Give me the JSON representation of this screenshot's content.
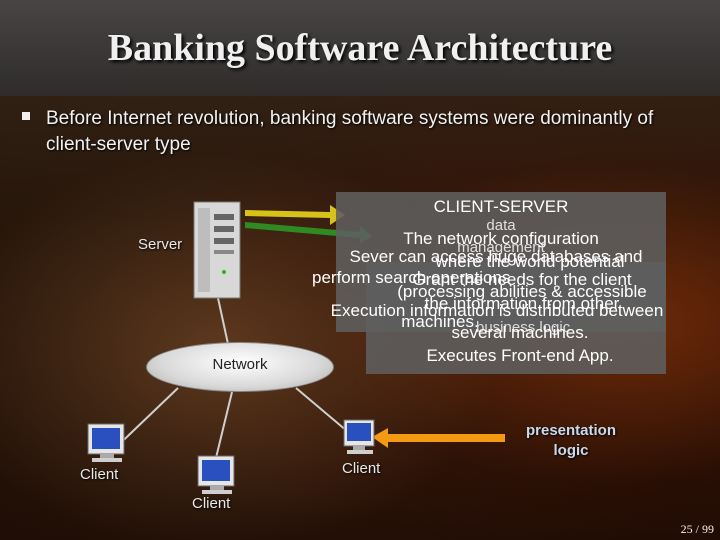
{
  "slide": {
    "title": "Banking Software Architecture",
    "bullet": "Before Internet revolution, banking software systems were dominantly of client-server type",
    "page": "25 / 99"
  },
  "diagram": {
    "server_label": "Server",
    "network_label": "Network",
    "client_labels": [
      "Client",
      "Client",
      "Client"
    ],
    "presentation_logic": [
      "presentation",
      "logic"
    ],
    "callouts": {
      "client_server": [
        "CLIENT-SERVER"
      ],
      "data_management": [
        "data",
        "management"
      ],
      "network_config": [
        "The network configuration",
        "where the world potential"
      ],
      "sever_access": [
        "Sever can access huge databases and",
        "perform search operations"
      ],
      "client_processing": [
        "Grant the needs for the client",
        "(processing abilities & accessible",
        "the information from other"
      ],
      "execution": [
        "Execution information is distributed between",
        "machines.",
        "several machines."
      ],
      "executes_frontend": [
        "Executes Front-end App."
      ],
      "business_logic": [
        "business logic"
      ]
    }
  },
  "colors": {
    "arrow_yellow": "#d7c21a",
    "arrow_green": "#2f8a24",
    "arrow_orange": "#f29a12",
    "callout_gray": "#5f5f5f",
    "title_text": "#f0f0f0"
  },
  "icons": [
    "server-tower-icon",
    "computer-monitor-icon"
  ]
}
